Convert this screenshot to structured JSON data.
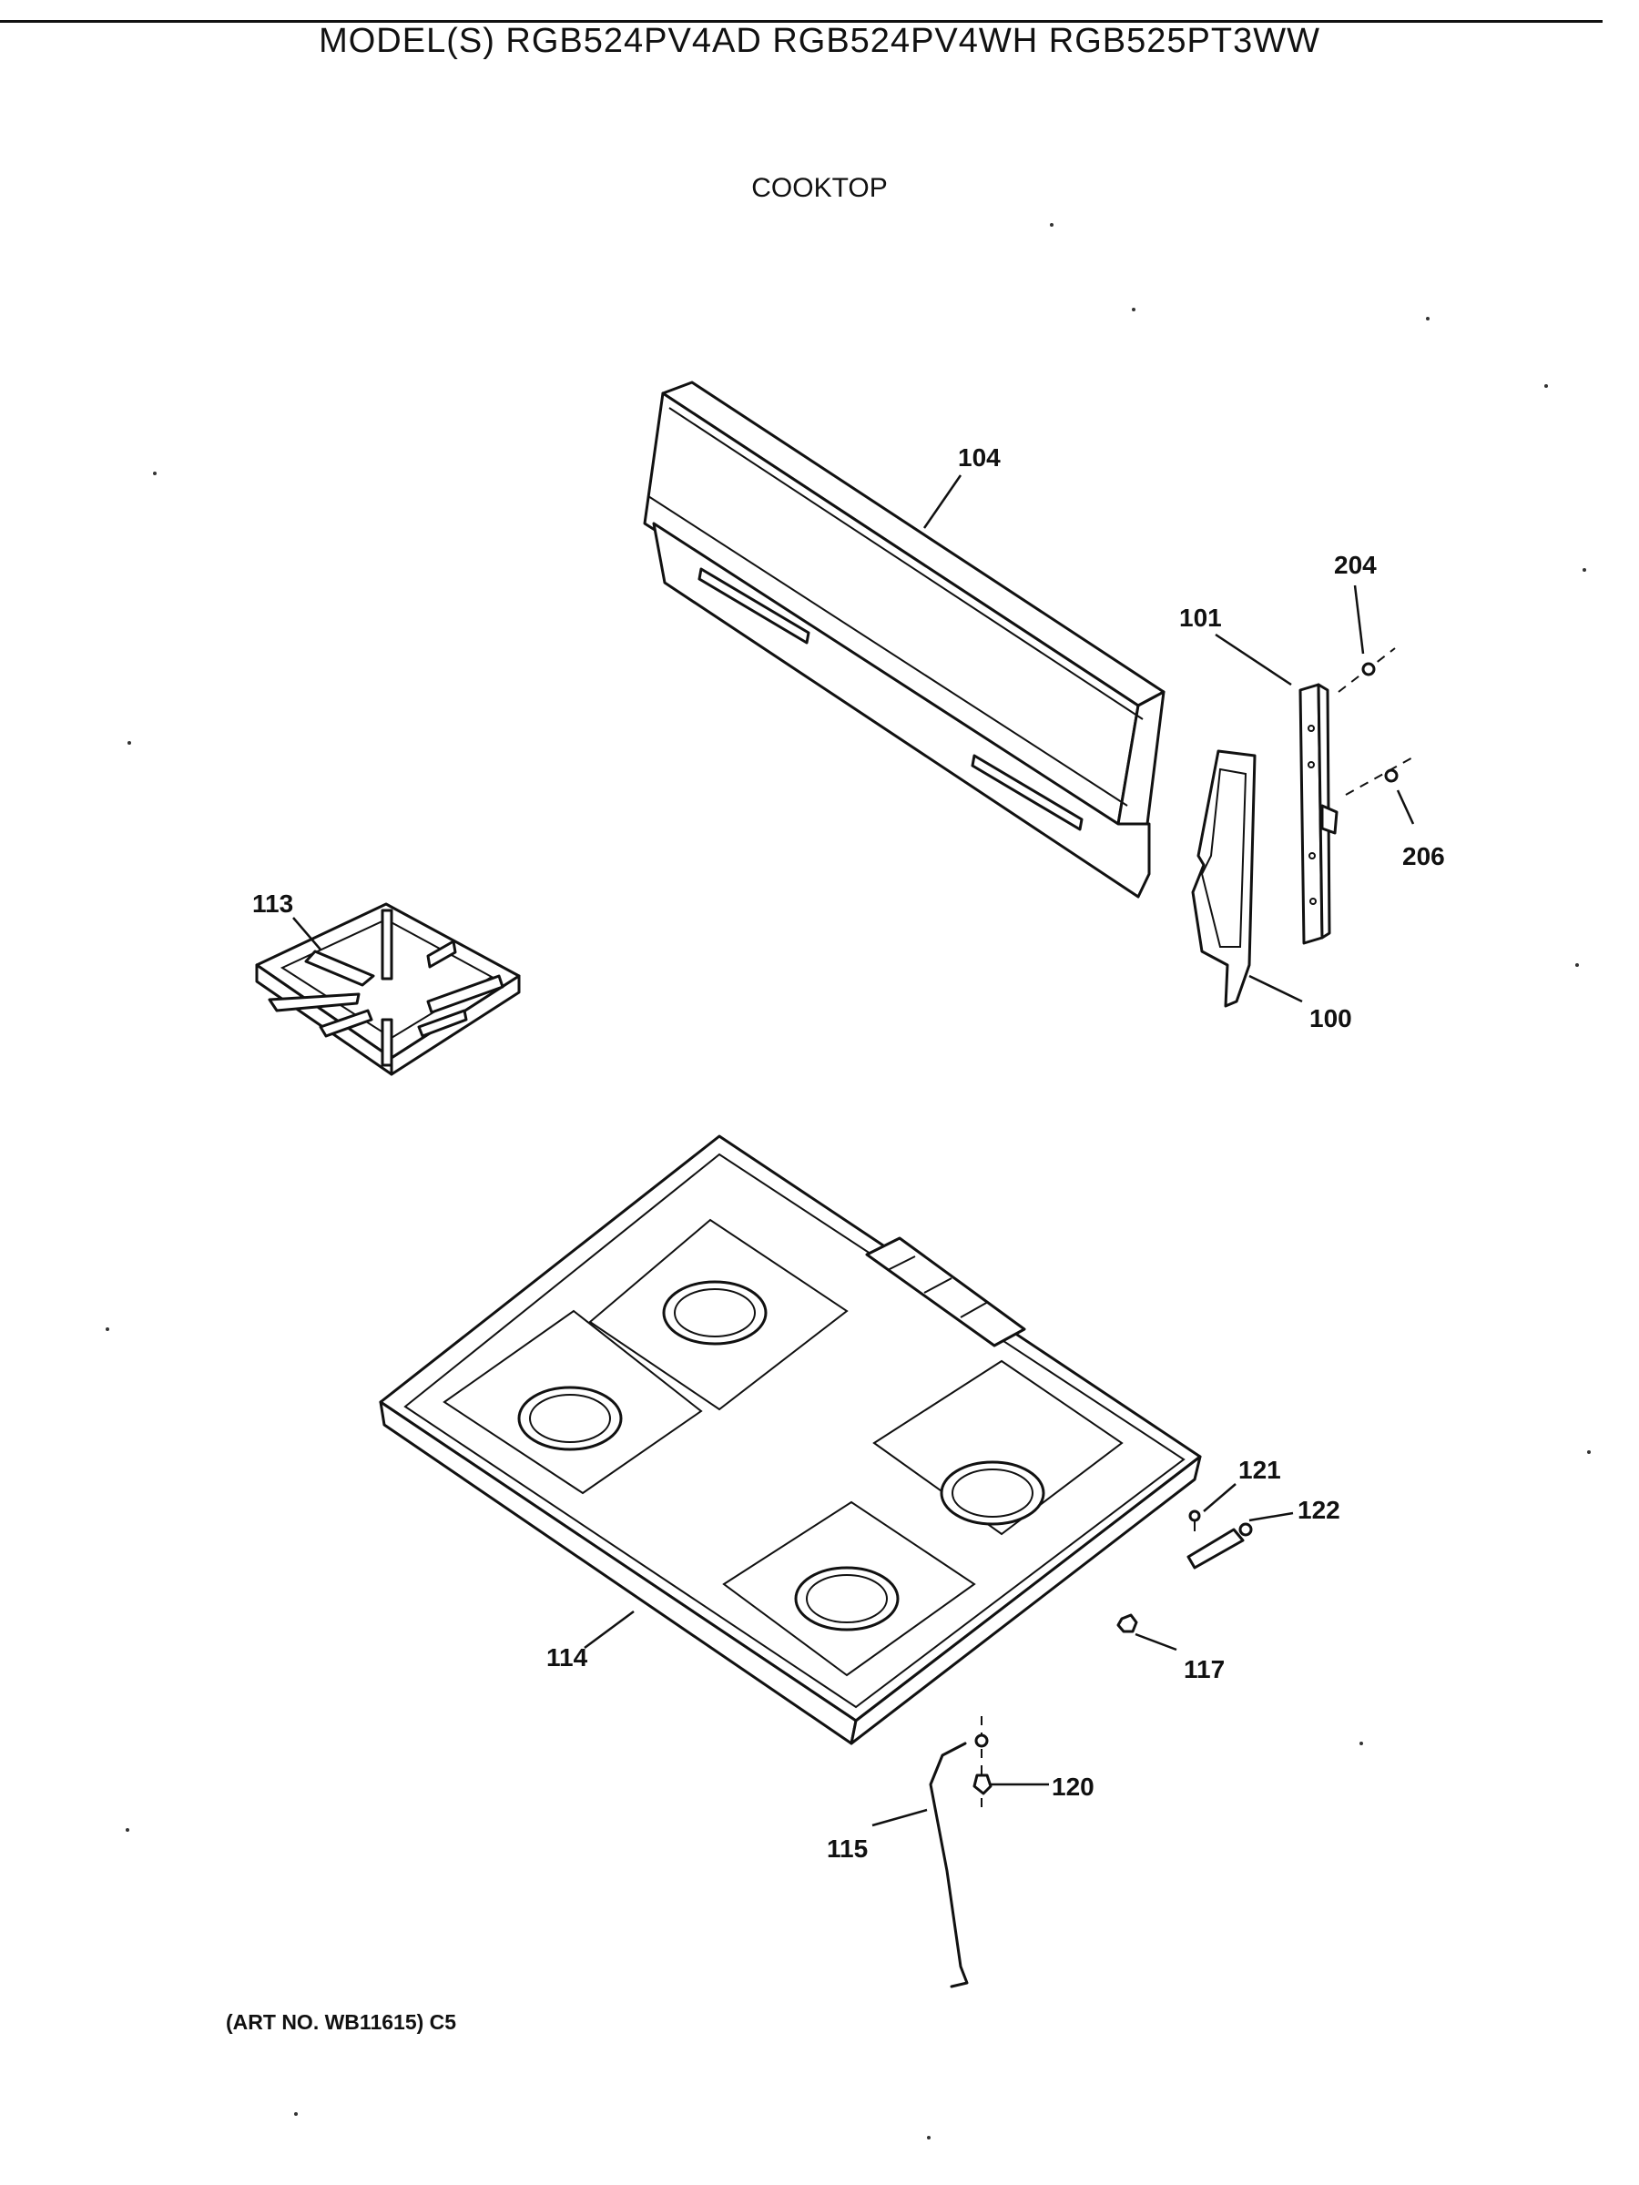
{
  "header": {
    "model_line": "MODEL(S) RGB524PV4AD  RGB524PV4WH  RGB525PT3WW",
    "section_title": "COOKTOP"
  },
  "footer": {
    "art_number": "(ART NO. WB11615) C5"
  },
  "callouts": {
    "c100": "100",
    "c101": "101",
    "c104": "104",
    "c113": "113",
    "c114": "114",
    "c115": "115",
    "c117": "117",
    "c120": "120",
    "c121": "121",
    "c122": "122",
    "c204": "204",
    "c206": "206"
  }
}
